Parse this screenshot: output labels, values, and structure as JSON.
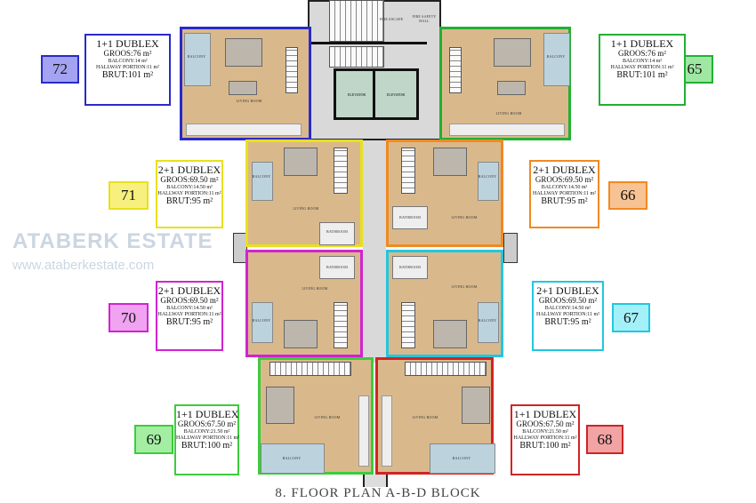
{
  "title": "8. FLOOR PLAN A-B-D BLOCK",
  "watermark": {
    "brand": "ATABERK ESTATE",
    "url": "www.ataberkestate.com"
  },
  "core": {
    "fire_escape": "FIRE ESCAPE",
    "fire_safety_hall": "FIRE SAFETY HALL",
    "elevator": "ELEVATOR"
  },
  "rooms": {
    "living": "LIVING ROOM",
    "balcony": "BALCONY",
    "bathroom": "BATHROOM"
  },
  "units": [
    {
      "no": "72",
      "type": "1+1 DUBLEX",
      "groos": "GROOS:76 m²",
      "balcony": "BALCONY:14 m²",
      "hallway": "HALLWAY PORTION:11 m²",
      "brut": "BRUT:101 m²",
      "color": "#2a2ac8",
      "fill": "#a3a3f2"
    },
    {
      "no": "65",
      "type": "1+1 DUBLEX",
      "groos": "GROOS:76 m²",
      "balcony": "BALCONY:14 m²",
      "hallway": "HALLWAY PORTION:11 m²",
      "brut": "BRUT:101 m²",
      "color": "#22b033",
      "fill": "#9fe8a3"
    },
    {
      "no": "71",
      "type": "2+1 DUBLEX",
      "groos": "GROOS:69.50 m²",
      "balcony": "BALCONY:14.50 m²",
      "hallway": "HALLWAY PORTION:11 m²",
      "brut": "BRUT:95 m²",
      "color": "#e8e020",
      "fill": "#f7f07e"
    },
    {
      "no": "66",
      "type": "2+1 DUBLEX",
      "groos": "GROOS:69.50 m²",
      "balcony": "BALCONY:14.50 m²",
      "hallway": "HALLWAY PORTION:11 m²",
      "brut": "BRUT:95 m²",
      "color": "#f08a22",
      "fill": "#f8c394"
    },
    {
      "no": "70",
      "type": "2+1 DUBLEX",
      "groos": "GROOS:69.50 m²",
      "balcony": "BALCONY:14.50 m²",
      "hallway": "HALLWAY PORTION:11 m²",
      "brut": "BRUT:95 m²",
      "color": "#d024d0",
      "fill": "#f0a3f0"
    },
    {
      "no": "67",
      "type": "2+1 DUBLEX",
      "groos": "GROOS:69.50 m²",
      "balcony": "BALCONY:14.50 m²",
      "hallway": "HALLWAY PORTION:11 m²",
      "brut": "BRUT:95 m²",
      "color": "#22c6e0",
      "fill": "#a3f0f8"
    },
    {
      "no": "69",
      "type": "1+1 DUBLEX",
      "groos": "GROOS:67.50 m²",
      "balcony": "BALCONY:21.50 m²",
      "hallway": "HALLWAY PORTION:11 m²",
      "brut": "BRUT:100 m²",
      "color": "#3ccc3c",
      "fill": "#a3eea3"
    },
    {
      "no": "68",
      "type": "1+1 DUBLEX",
      "groos": "GROOS:67.50 m²",
      "balcony": "BALCONY:21.50 m²",
      "hallway": "HALLWAY PORTION:11 m²",
      "brut": "BRUT:100 m²",
      "color": "#d02424",
      "fill": "#f2a3a3"
    }
  ]
}
